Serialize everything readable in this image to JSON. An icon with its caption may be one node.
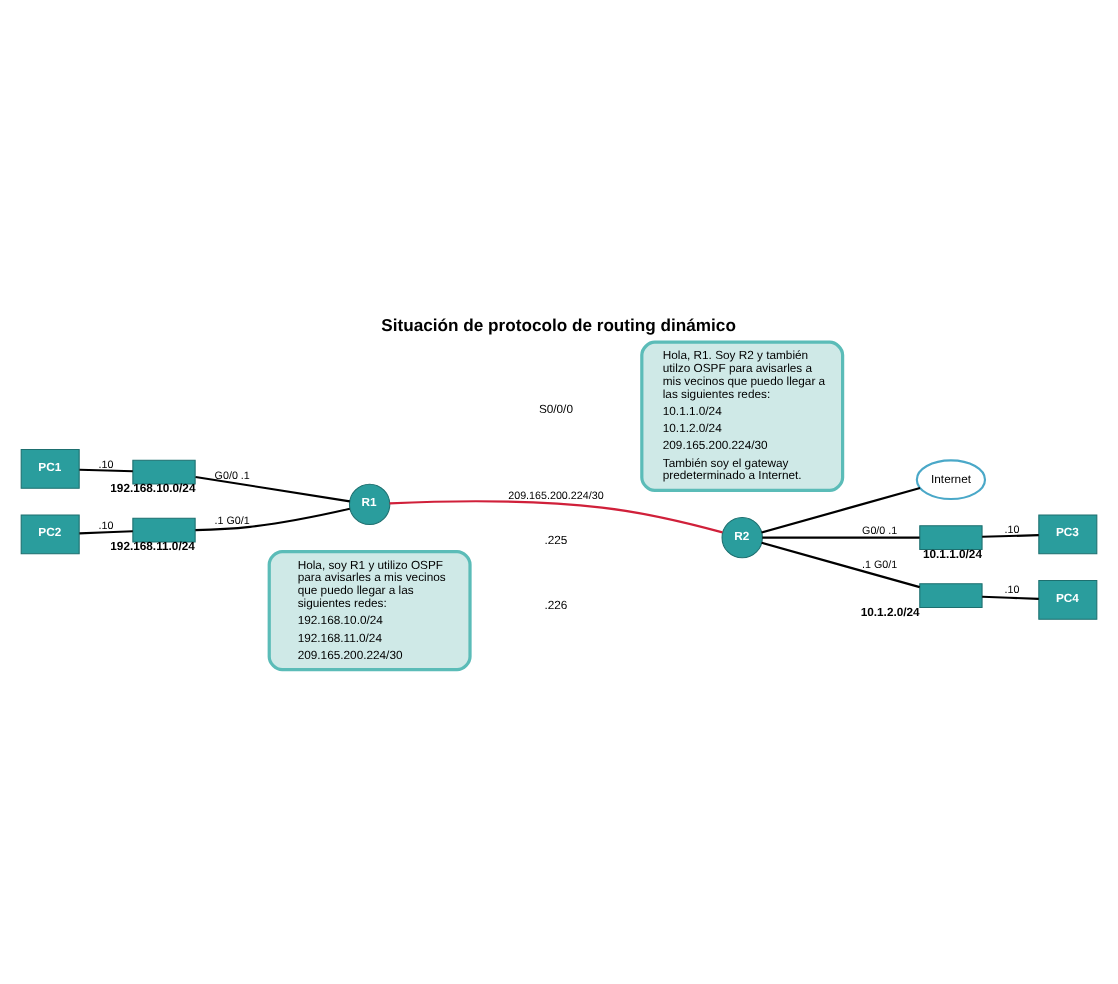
{
  "diagram": {
    "title": "Situación de protocolo de routing dinámico",
    "nodes": [
      {
        "text": [
          "Hola, soy R1 y utilizo OSPF para avisarles a mis vecinos que puedo llegar a las siguientes redes:",
          "192.168.10.0/24",
          "192.168.11.0/24",
          "209.165.200.224/30"
        ]
      },
      {
        "text": [
          "Internet"
        ]
      },
      {
        "text": [
          "PC1"
        ]
      },
      {
        "text": [],
        "shape": "box",
        "beside": [
          "192.168.10.0/24"
        ]
      },
      {
        "text": [],
        "shape": "box",
        "beside": [
          "10.1.1.0/24"
        ]
      },
      {
        "text": [
          "PC3"
        ]
      },
      {
        "text": [
          "R1"
        ]
      },
      {
        "text": [
          "R2"
        ]
      },
      {
        "text": [
          "PC2"
        ]
      },
      {
        "text": [],
        "shape": "box",
        "beside": [
          "192.168.11.0/24"
        ]
      },
      {
        "text": [],
        "shape": "box",
        "beside": [
          "10.1.2.0/24"
        ]
      },
      {
        "text": [
          "PC4"
        ]
      },
      {
        "text": [
          "Hola, R1. Soy R2 y también utilzo OSPF para avisarles a mis vecinos que puedo llegar a las siguientes redes:",
          "10.1.1.0/24",
          "10.1.2.0/24",
          "209.165.200.224/30",
          "También soy el gateway predeterminado a Internet."
        ]
      }
    ],
    "edges": [
      {
        "from": 2,
        "to": 3,
        "arrow": "none",
        "label": ".10"
      },
      {
        "from": 3,
        "to": 6,
        "arrow": "none",
        "label": "G0/0 .1"
      },
      {
        "from": 8,
        "to": 9,
        "arrow": "none",
        "label": ".10"
      },
      {
        "from": 9,
        "to": 6,
        "arrow": "none",
        "label": ".1 G0/1"
      },
      {
        "from": 6,
        "to": 7,
        "arrow": "none",
        "label": "209.165.200.224/30",
        "color": "#d0203a"
      },
      {
        "from": 7,
        "to": 1,
        "arrow": "none"
      },
      {
        "from": 7,
        "to": 4,
        "arrow": "none",
        "label": "G0/0 .1"
      },
      {
        "from": 4,
        "to": 5,
        "arrow": "none",
        "label": ".10"
      },
      {
        "from": 7,
        "to": 10,
        "arrow": "none",
        "label": ".1 G0/1"
      },
      {
        "from": 10,
        "to": 11,
        "arrow": "none",
        "label": ".10"
      }
    ],
    "labels": [
      ".225",
      "S0/0/0",
      ".226"
    ]
  }
}
